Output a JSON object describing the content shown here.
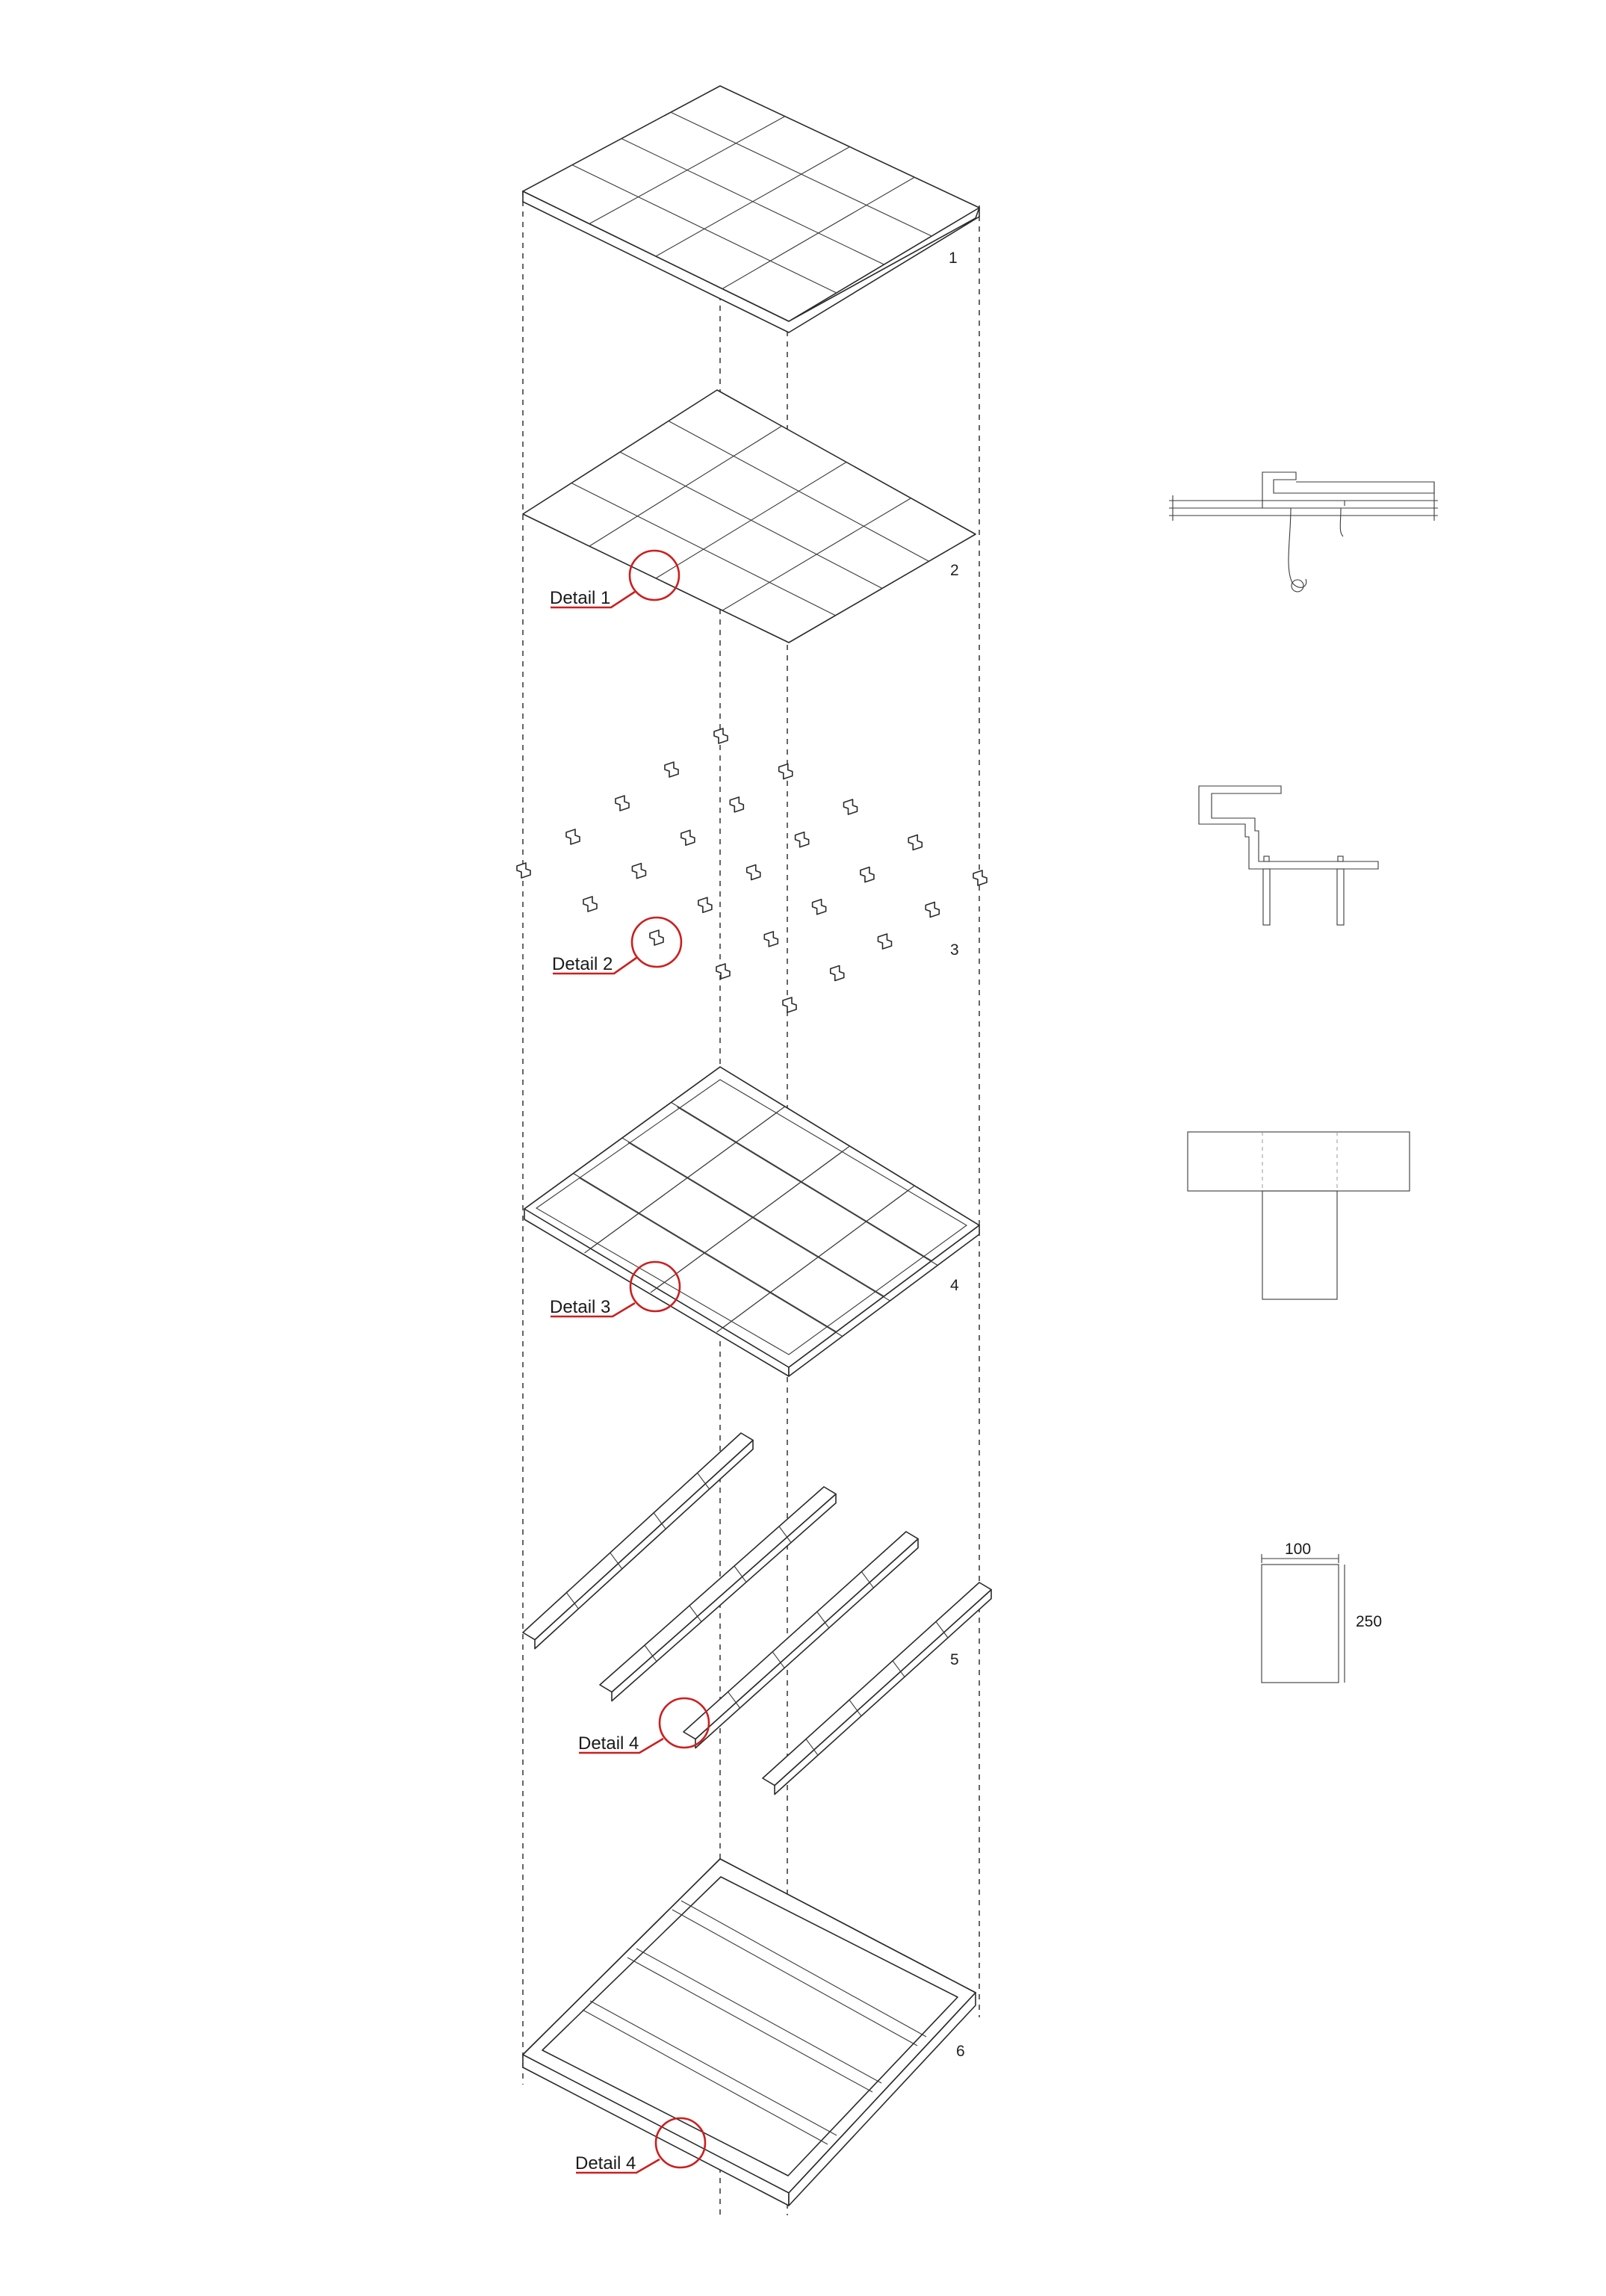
{
  "layers": [
    {
      "id": 1,
      "label": "1"
    },
    {
      "id": 2,
      "label": "2"
    },
    {
      "id": 3,
      "label": "3"
    },
    {
      "id": 4,
      "label": "4"
    },
    {
      "id": 5,
      "label": "5"
    },
    {
      "id": 6,
      "label": "6"
    }
  ],
  "callouts": [
    {
      "label": "Detail 1",
      "layer": 2
    },
    {
      "label": "Detail 2",
      "layer": 3
    },
    {
      "label": "Detail 3",
      "layer": 4
    },
    {
      "label": "Detail 4",
      "layer": 5
    },
    {
      "label": "Detail 4",
      "layer": 6
    }
  ],
  "details": {
    "beam_section": {
      "width": "100",
      "height": "250"
    }
  },
  "colors": {
    "callout": "#cc1f1f",
    "line": "#2a2a2a"
  }
}
